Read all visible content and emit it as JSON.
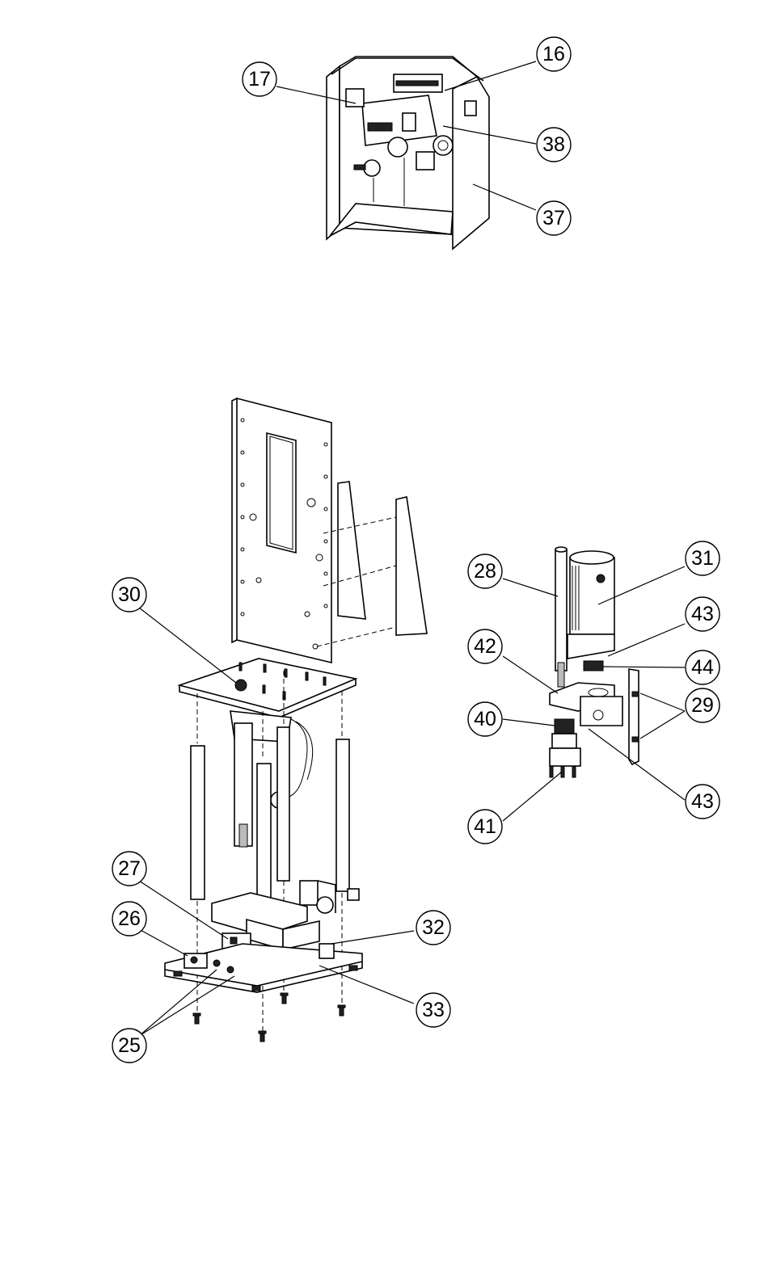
{
  "callouts": {
    "c16": "16",
    "c17": "17",
    "c38": "38",
    "c37": "37",
    "c30": "30",
    "c27": "27",
    "c26": "26",
    "c25": "25",
    "c32": "32",
    "c33": "33",
    "c28": "28",
    "c31": "31",
    "c43a": "43",
    "c42": "42",
    "c44": "44",
    "c40": "40",
    "c29": "29",
    "c43b": "43",
    "c41": "41"
  }
}
